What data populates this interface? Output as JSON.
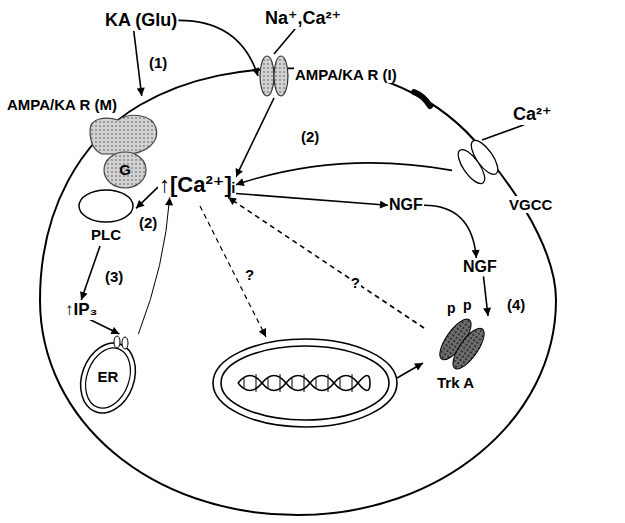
{
  "diagram": {
    "nodes": [
      {
        "text": [
          "KA (Glu)"
        ]
      },
      {
        "text": [
          "Na⁺,Ca²⁺"
        ]
      },
      {
        "text": [
          "AMPA/KA R (M)"
        ]
      },
      {
        "text": [
          "AMPA/KA R (I)"
        ]
      },
      {
        "text": [
          "G"
        ]
      },
      {
        "text": [
          "↑[Ca²⁺]ᵢ"
        ]
      },
      {
        "text": [
          "Ca²⁺"
        ]
      },
      {
        "text": [
          "VGCC"
        ]
      },
      {
        "text": [
          "PLC"
        ]
      },
      {
        "text": [
          "NGF"
        ]
      },
      {
        "text": [
          "↑IP₃"
        ]
      },
      {
        "text": [
          "ER"
        ]
      },
      {
        "text": [
          "NGF"
        ]
      },
      {
        "text": [
          "Trk A"
        ]
      }
    ],
    "edges": [
      {
        "from": 0,
        "to": 2,
        "arrow": "to"
      },
      {
        "from": 0,
        "to": 3,
        "arrow": "to"
      },
      {
        "from": 1,
        "to": 3,
        "arrow": "none"
      },
      {
        "from": 3,
        "to": 5,
        "arrow": "to"
      },
      {
        "from": 6,
        "to": 7,
        "arrow": "none"
      },
      {
        "from": 7,
        "to": 5,
        "arrow": "to"
      },
      {
        "from": 5,
        "to": 8,
        "arrow": "to"
      },
      {
        "from": 8,
        "to": 10,
        "arrow": "to"
      },
      {
        "from": 10,
        "to": 11,
        "arrow": "to"
      },
      {
        "from": 11,
        "to": 5,
        "arrow": "to"
      },
      {
        "from": 5,
        "to": 9,
        "arrow": "to"
      },
      {
        "from": 9,
        "to": 12,
        "arrow": "to"
      },
      {
        "from": 12,
        "to": 13,
        "arrow": "to"
      },
      {
        "from": 13,
        "to": 5,
        "label": "?",
        "arrow": "to"
      }
    ],
    "labels": [
      "(1)",
      "(2)",
      "(2)",
      "(3)",
      "(4)",
      "?",
      "p",
      "p"
    ]
  }
}
